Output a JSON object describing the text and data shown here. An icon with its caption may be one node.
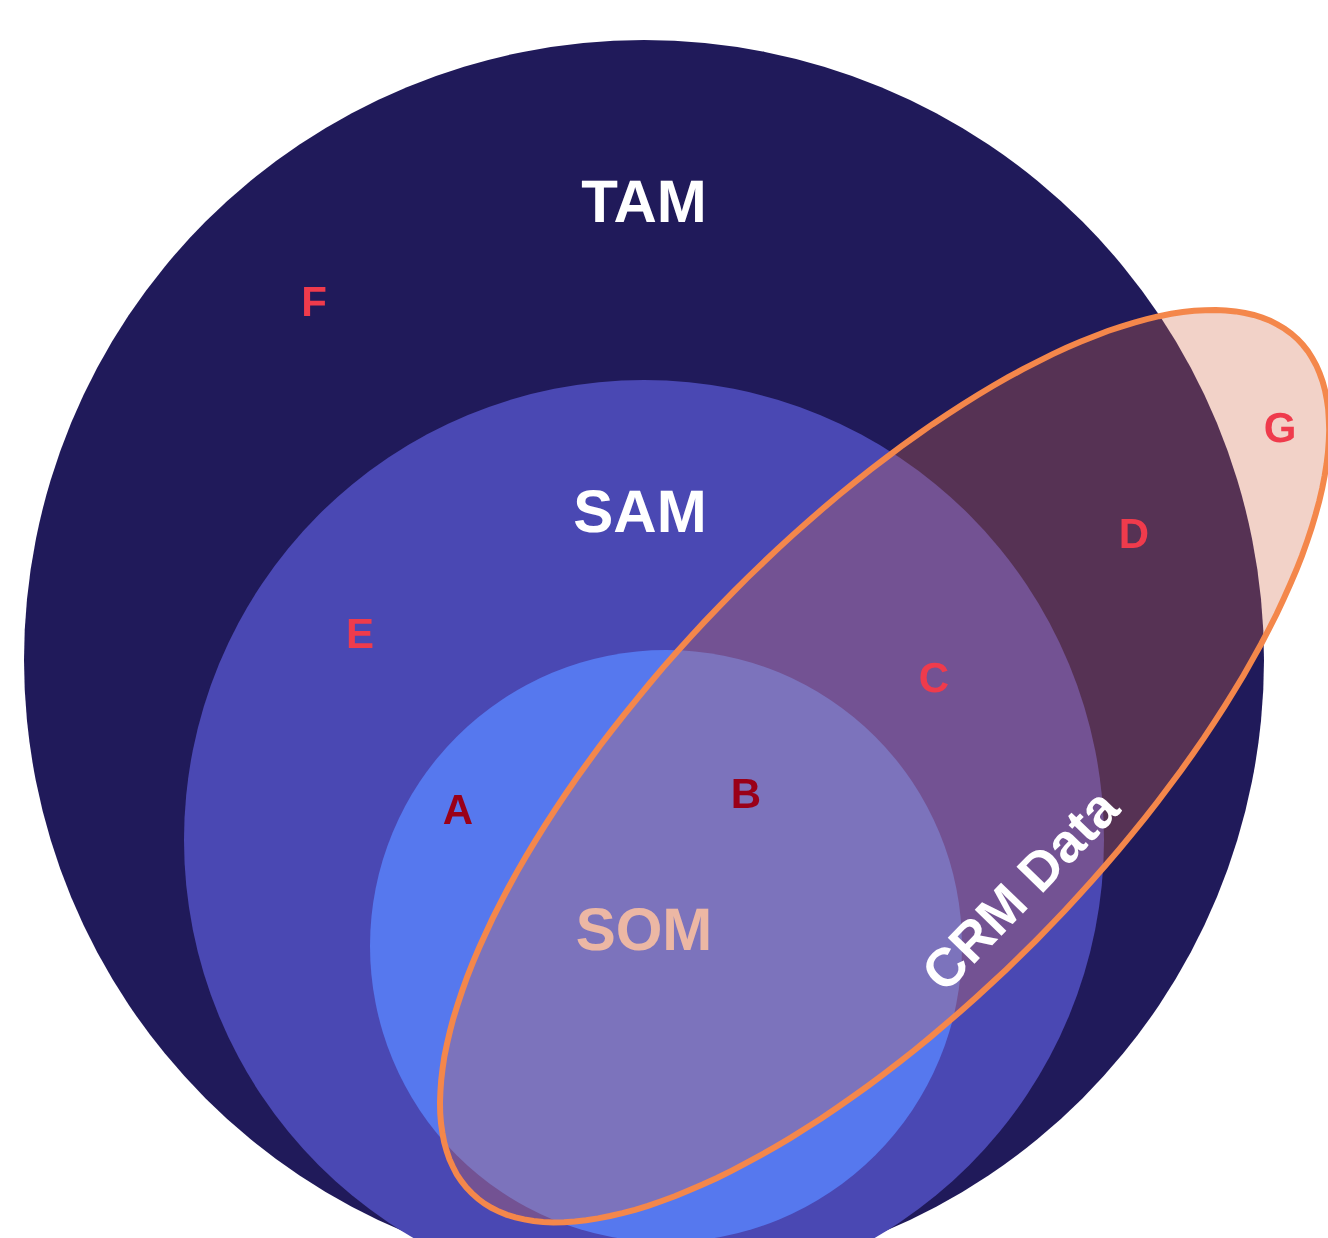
{
  "diagram": {
    "nodes": [
      {
        "text": [
          "TAM"
        ]
      },
      {
        "text": [
          "SAM"
        ],
        "in": 0
      },
      {
        "text": [
          "SOM"
        ],
        "in": 1
      },
      {
        "text": [
          "CRM Data"
        ]
      }
    ],
    "labels": [
      "F",
      "G",
      "D",
      "E",
      "C",
      "B",
      "A"
    ]
  }
}
